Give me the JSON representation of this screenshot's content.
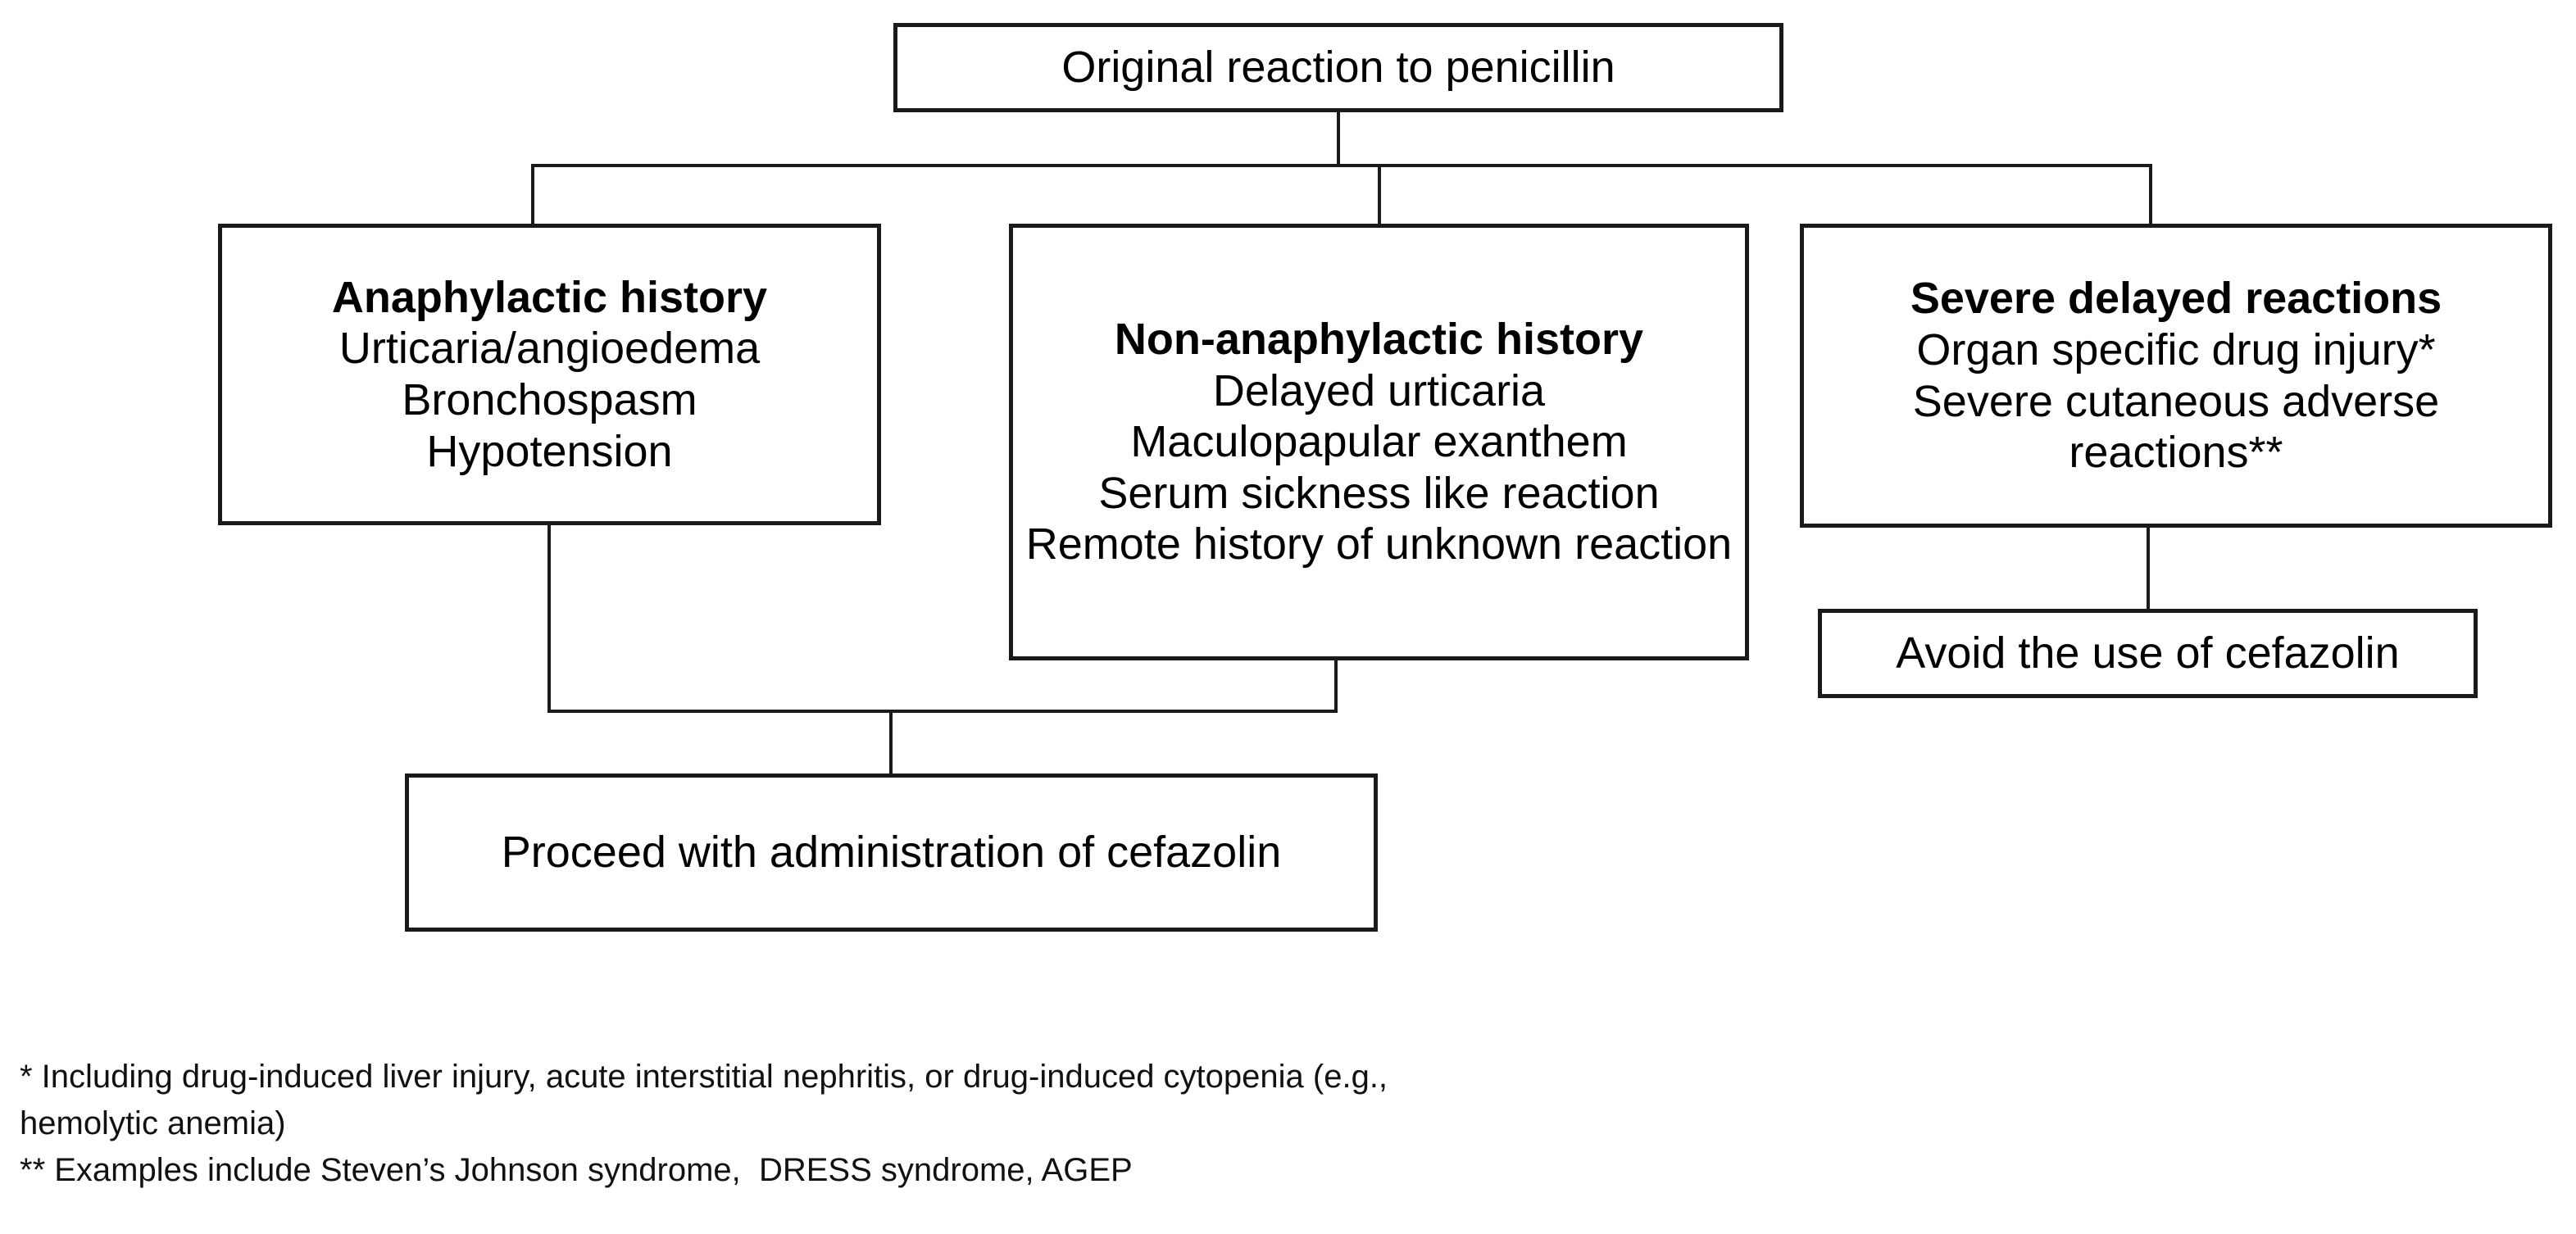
{
  "diagram": {
    "title_node": {
      "label": "Original reaction to penicillin"
    },
    "branches": [
      {
        "key": "anaphylactic",
        "heading": "Anaphylactic history",
        "items": [
          "Urticaria/angioedema",
          "Bronchospasm",
          "Hypotension"
        ]
      },
      {
        "key": "non_anaphylactic",
        "heading": "Non-anaphylactic history",
        "items": [
          "Delayed urticaria",
          "Maculopapular exanthem",
          "Serum sickness like reaction",
          "Remote history of unknown reaction"
        ]
      },
      {
        "key": "severe_delayed",
        "heading": "Severe delayed reactions",
        "items": [
          "Organ specific drug injury*",
          "Severe cutaneous adverse reactions**"
        ]
      }
    ],
    "outcomes": {
      "proceed": "Proceed with administration of cefazolin",
      "avoid": "Avoid the use of cefazolin"
    },
    "footnotes": [
      "* Including drug-induced liver injury, acute interstitial nephritis, or drug-induced cytopenia (e.g.,",
      "hemolytic anemia)",
      "** Examples include Steven’s Johnson syndrome,  DRESS syndrome, AGEP"
    ],
    "colors": {
      "line": "#1a1a1a",
      "background": "#ffffff",
      "text": "#000000"
    }
  }
}
